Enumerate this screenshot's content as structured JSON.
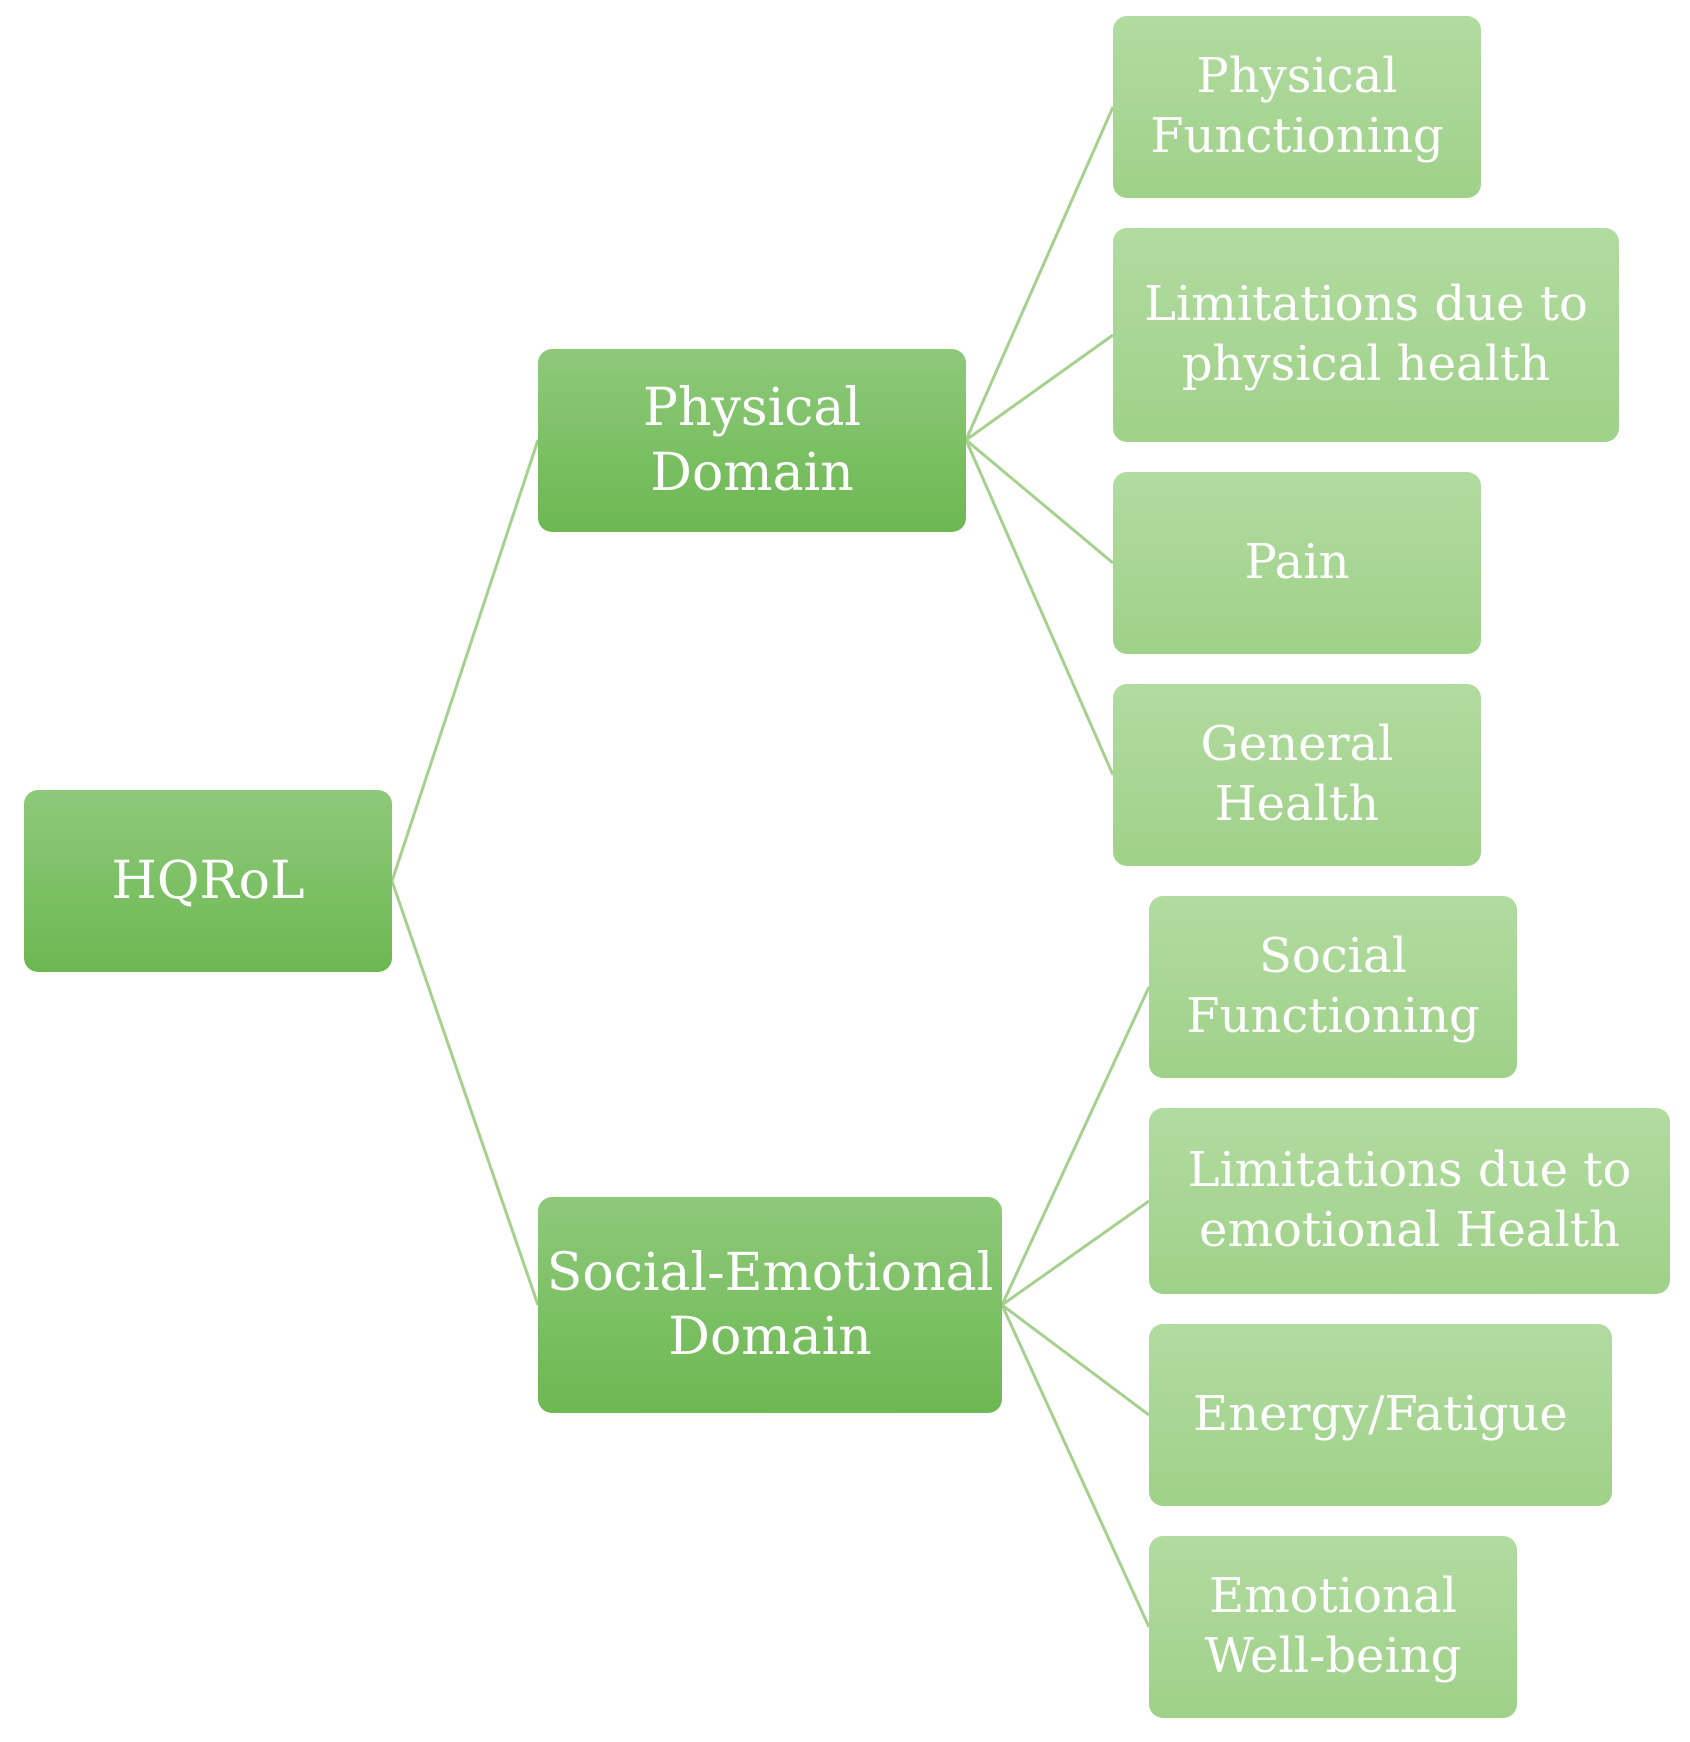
{
  "root": {
    "label": "HQRoL"
  },
  "domains": [
    {
      "label": "Physical\nDomain",
      "children": [
        "Physical\nFunctioning",
        "Limitations due to\nphysical health",
        "Pain",
        "General\nHealth"
      ]
    },
    {
      "label": "Social-Emotional\nDomain",
      "children": [
        "Social\nFunctioning",
        "Limitations due to\nemotional Health",
        "Energy/Fatigue",
        "Emotional\nWell-being"
      ]
    }
  ],
  "colors": {
    "primary_box_top": "#8ec97a",
    "primary_box_bottom": "#6db852",
    "secondary_box_top": "#b2dba0",
    "secondary_box_bottom": "#9fd189",
    "connector": "#a6d08e",
    "text": "#ffffff"
  }
}
